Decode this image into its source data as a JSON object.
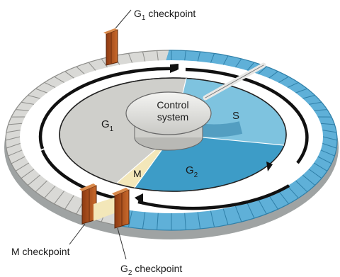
{
  "diagram": {
    "phases": {
      "g1": {
        "main": "G",
        "sub": "1"
      },
      "s": "S",
      "g2": {
        "main": "G",
        "sub": "2"
      },
      "m": "M"
    },
    "control_system": {
      "line1": "Control",
      "line2": "system"
    },
    "checkpoints": {
      "g1": {
        "main": "G",
        "sub": "1",
        "rest": " checkpoint"
      },
      "g2": {
        "main": "G",
        "sub": "2",
        "rest": " checkpoint"
      },
      "m": "M checkpoint"
    }
  },
  "colors": {
    "g1_sector": "#cfcfcb",
    "s_sector": "#7ec3df",
    "g2_sector": "#3d9cc7",
    "m_sector": "#f3e7b9",
    "outer_ring_gray": "#d9d9d6",
    "outer_ring_blue": "#5fb0d8",
    "checkpoint_gate": "#b8561f"
  }
}
